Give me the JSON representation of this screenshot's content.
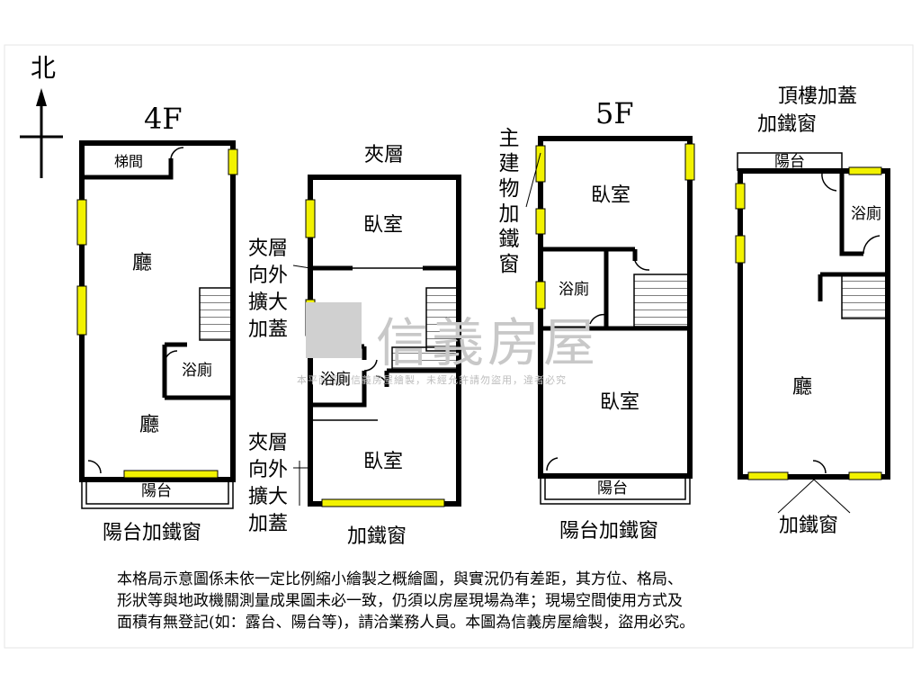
{
  "compass": {
    "north_label": "北"
  },
  "watermark": {
    "title": "信義房屋",
    "subtitle": "本平面圖為信義房屋繪製，未經允許請勿盜用，違者必究"
  },
  "plans": {
    "floor4": {
      "title": "4F",
      "stair_room": "梯間",
      "living_top": "廳",
      "bath": "浴廁",
      "living_bottom": "廳",
      "balcony": "陽台",
      "window_note": "陽台加鐵窗"
    },
    "mezzanine": {
      "title": "夾層",
      "bedroom_top": "臥室",
      "bath": "浴廁",
      "bedroom_bottom": "臥室",
      "window_note": "加鐵窗",
      "extension_note_1": [
        "夾層",
        "向外",
        "擴大",
        "加蓋"
      ],
      "extension_note_2": [
        "夾層",
        "向外",
        "擴大",
        "加蓋"
      ]
    },
    "floor5": {
      "title": "5F",
      "bedroom_top": "臥室",
      "bath": "浴廁",
      "bedroom_bottom": "臥室",
      "balcony": "陽台",
      "window_note": "陽台加鐵窗",
      "main_building_note": [
        "主",
        "建",
        "物",
        "加",
        "鐵",
        "窗"
      ]
    },
    "rooftop": {
      "title_line1": "頂樓加蓋",
      "title_line2": "加鐵窗",
      "balcony": "陽台",
      "bath": "浴廁",
      "living": "廳",
      "window_note": "加鐵窗"
    }
  },
  "disclaimer": [
    "本格局示意圖係未依一定比例縮小繪製之概繪圖，與實況仍有差距，其方位、格局、",
    "形狀等與地政機關測量成果圖未必一致，仍須以房屋現場為準；現場空間使用方式及",
    "面積有無登記(如：露台、陽台等)，請洽業務人員。本圖為信義房屋繪製，盜用必究。"
  ],
  "colors": {
    "wall": "#000000",
    "window": "#f2f200",
    "watermark": "#c8c8c8"
  }
}
